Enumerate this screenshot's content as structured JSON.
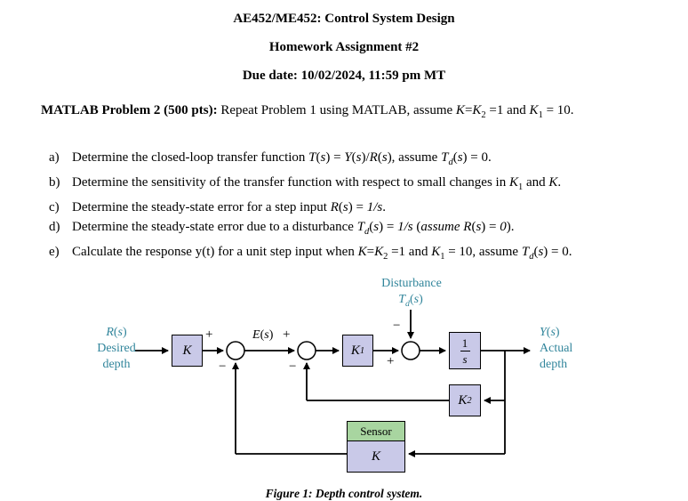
{
  "header": {
    "course": "AE452/ME452: Control System Design",
    "assignment": "Homework Assignment #2",
    "due": "Due date: 10/02/2024, 11:59 pm MT"
  },
  "problem": {
    "label": "MATLAB Problem 2 (500 pts):",
    "text_html": " Repeat Problem 1 using MATLAB, assume <i>K</i>=<i>K</i><sub>2</sub> =1 and <i>K</i><sub>1</sub> = 10."
  },
  "tasks": [
    {
      "marker": "a)",
      "html": "Determine the closed-loop transfer function <i>T</i>(<i>s</i>) = <i>Y</i>(<i>s</i>)/<i>R</i>(<i>s</i>), assume <i>T<sub>d</sub></i>(<i>s</i>) = 0."
    },
    {
      "marker": "b)",
      "html": "Determine the sensitivity of the transfer function with respect to small changes in <i>K</i><sub>1</sub> and <i>K</i>."
    },
    {
      "marker": "c)",
      "html": "Determine the steady-state error for a step input <i>R</i>(<i>s</i>) = <i>1/s</i>."
    },
    {
      "marker": "d)",
      "html": "Determine the steady-state error due to a disturbance <i>T<sub>d</sub></i>(<i>s</i>) = <i>1/s</i> (<i>assume R</i>(<i>s</i>) = <i>0</i>)."
    },
    {
      "marker": "e)",
      "html": "Calculate the response y(t) for a unit step input when <i>K</i>=<i>K</i><sub>2</sub> =1 and <i>K</i><sub>1</sub> = 10, assume <i>T<sub>d</sub></i>(<i>s</i>) = 0."
    }
  ],
  "diagram": {
    "disturbance_label": "Disturbance",
    "disturbance_signal_html": "<i>T</i><sub><i>d</i></sub>(<i>s</i>)",
    "input": {
      "line1_html": "<i>R</i>(<i>s</i>)",
      "line2": "Desired",
      "line3": "depth"
    },
    "output": {
      "line1_html": "<i>Y</i>(<i>s</i>)",
      "line2": "Actual",
      "line3": "depth"
    },
    "error_html": "<i>E</i>(<i>s</i>)",
    "blocks": {
      "controller": "K",
      "gain1_html": "K<sub>1</sub>",
      "integrator_num": "1",
      "integrator_den": "s",
      "gain2_html": "K<sub>2</sub>",
      "sensor_title": "Sensor",
      "sensor_gain": "K"
    },
    "signs": {
      "j1_plus": "+",
      "j1_minus": "−",
      "j2_plus": "+",
      "j2_minus": "−",
      "j3_minus": "−",
      "j3_plus": "+"
    },
    "colors": {
      "block_fill": "#c9c9e8",
      "sensor_header": "#a8d5a0",
      "label_teal": "#31859b"
    }
  },
  "caption": "Figure 1: Depth control system."
}
